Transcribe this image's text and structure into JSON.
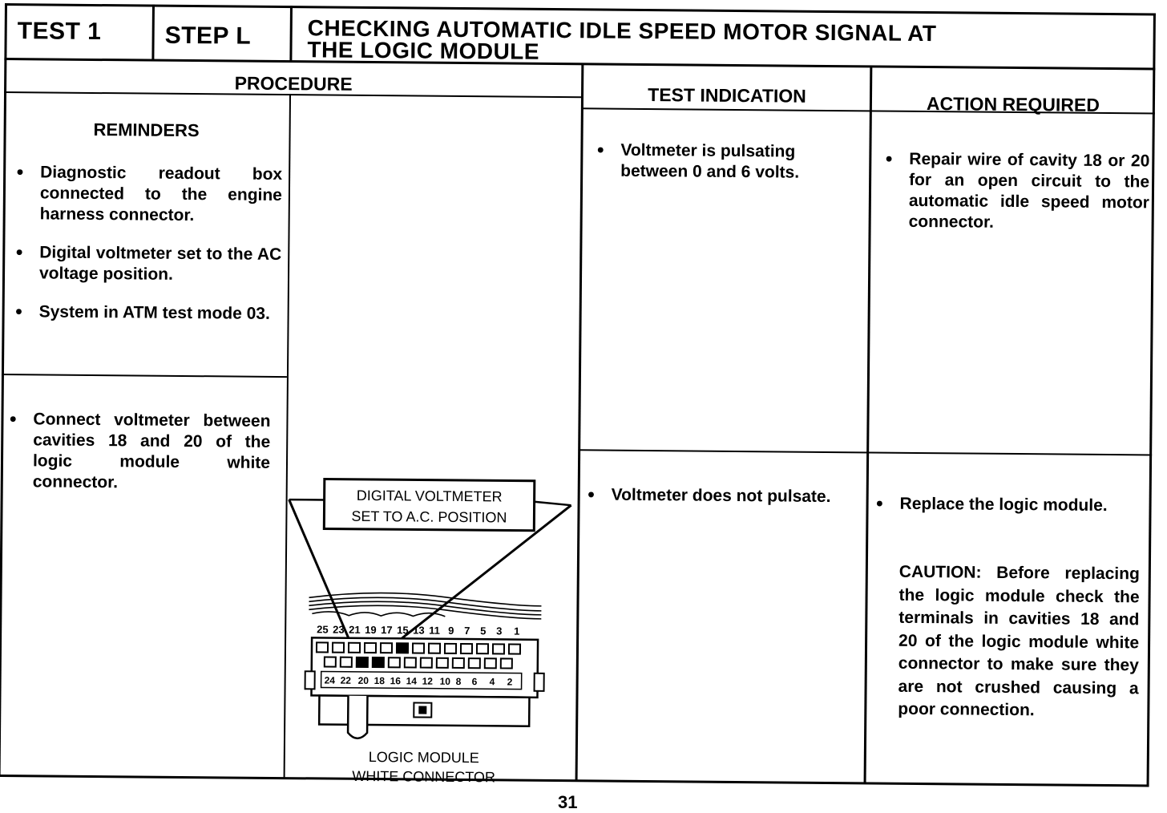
{
  "header": {
    "test": "TEST 1",
    "step": "STEP L",
    "title_line1": "CHECKING AUTOMATIC IDLE SPEED MOTOR SIGNAL AT",
    "title_line2": "THE LOGIC MODULE"
  },
  "columns": {
    "procedure": "PROCEDURE",
    "test_indication": "TEST INDICATION",
    "action_required": "ACTION REQUIRED"
  },
  "reminders": {
    "title": "REMINDERS",
    "items": [
      "Diagnostic readout box connected to the engine harness connector.",
      "Digital voltmeter set to the AC voltage position.",
      "System in ATM test mode 03."
    ]
  },
  "procedure_step": "Connect voltmeter between cavities 18 and 20 of the logic module white connector.",
  "diagram": {
    "callout_line1": "DIGITAL VOLTMETER",
    "callout_line2": "SET TO A.C. POSITION",
    "top_row_labels": [
      "25",
      "23",
      "21",
      "19",
      "17",
      "15",
      "13",
      "11",
      "9",
      "7",
      "5",
      "3",
      "1"
    ],
    "bottom_row_labels": [
      "24",
      "22",
      "20",
      "18",
      "16",
      "14",
      "12",
      "10",
      "8",
      "6",
      "4",
      "2"
    ],
    "caption_line1": "LOGIC MODULE",
    "caption_line2": "WHITE CONNECTOR"
  },
  "indications": [
    "Voltmeter is pulsating between 0 and 6 volts.",
    "Voltmeter does not pulsate."
  ],
  "actions": [
    "Repair wire of cavity 18 or 20 for an open circuit to the automatic idle speed motor connector.",
    "Replace the logic module."
  ],
  "caution": {
    "label": "CAUTION:",
    "text": "Before replacing the logic module check the terminals in cavities 18 and 20 of the logic module white connector to make sure they are not crushed causing a poor connection."
  },
  "page_number": "31"
}
